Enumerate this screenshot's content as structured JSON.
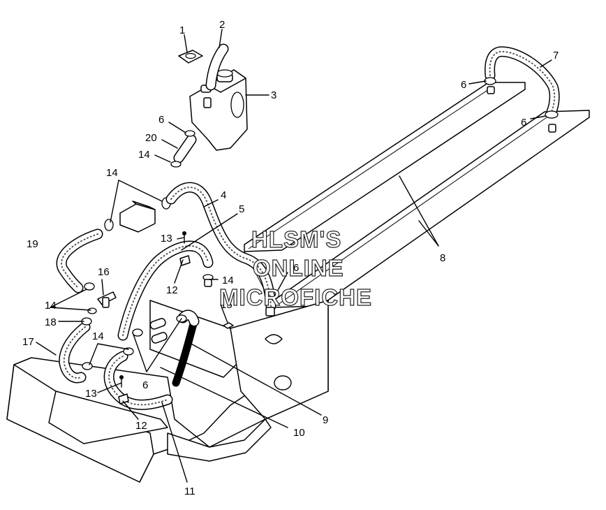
{
  "watermark": {
    "line1": "HLSM'S",
    "line2": "ONLINE",
    "line3": "MICROFICHE"
  },
  "callouts": {
    "c1": "1",
    "c2": "2",
    "c3": "3",
    "c4": "4",
    "c5": "5",
    "c6a": "6",
    "c6b": "6",
    "c6c": "6",
    "c6d": "6",
    "c6e": "6",
    "c7": "7",
    "c8": "8",
    "c9": "9",
    "c10": "10",
    "c11": "11",
    "c12a": "12",
    "c12b": "12",
    "c13a": "13",
    "c13b": "13",
    "c14a": "14",
    "c14b": "14",
    "c14c": "14",
    "c14d": "14",
    "c15": "15",
    "c16": "16",
    "c17": "17",
    "c18": "18",
    "c19": "19",
    "c20": "20"
  }
}
